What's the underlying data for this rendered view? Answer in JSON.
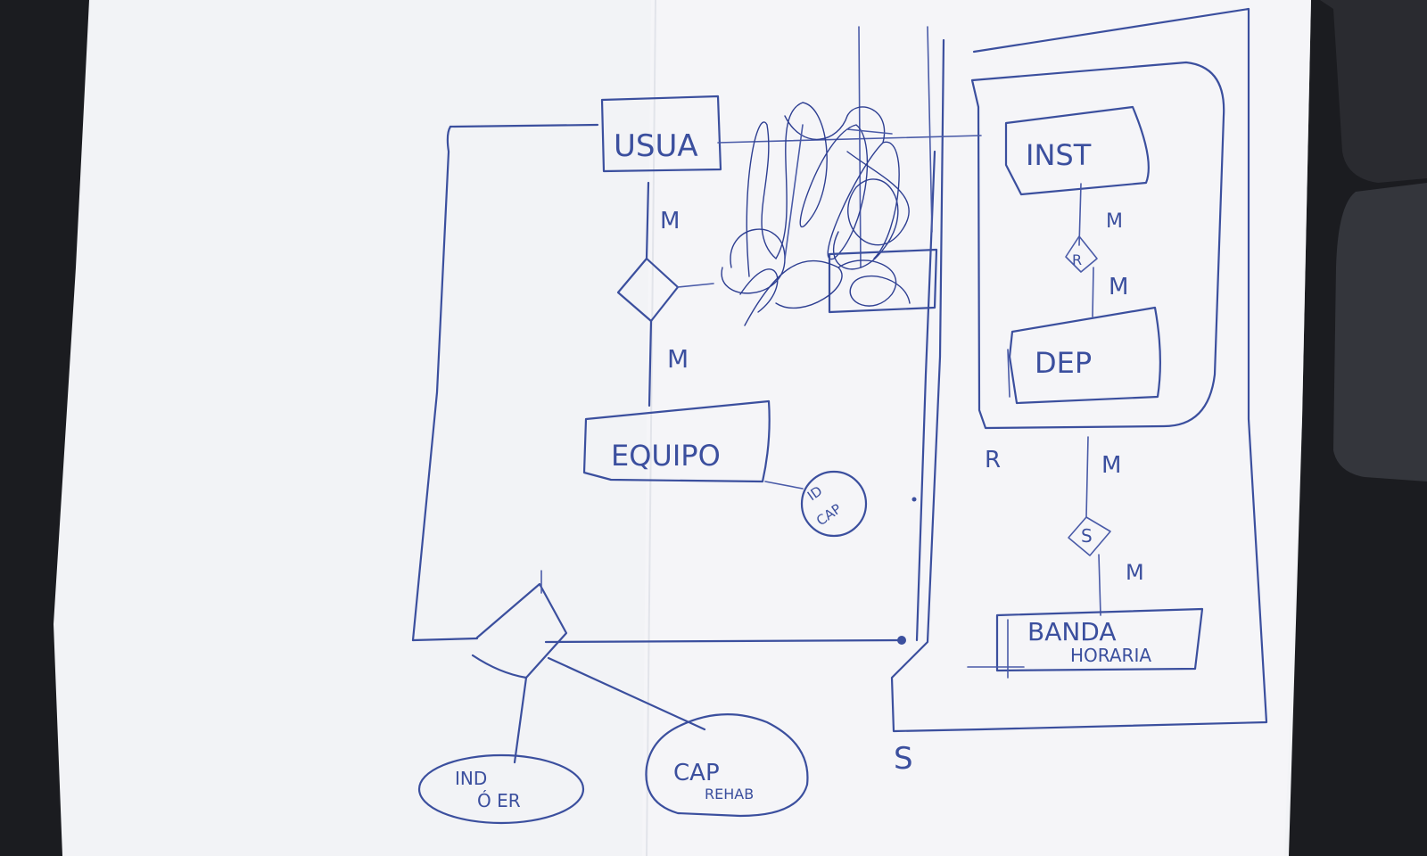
{
  "diagram": {
    "entities": {
      "usuario": "USUA",
      "equipo": "EQUIPO",
      "inst": "INST",
      "dep": "DEP",
      "banda_horaria": [
        "BANDA",
        "HORARIA"
      ]
    },
    "relationships": {
      "inst_dep": "R",
      "dep_banda": "S"
    },
    "attributes": {
      "id_cap": [
        "ID",
        "CAP"
      ],
      "ind_der": [
        "IND",
        "Ó ER"
      ],
      "cap_rehab": [
        "CAP",
        "REHAB"
      ]
    },
    "cardinalities": {
      "usuario_rel": "M",
      "equipo_rel": "M",
      "inst_r": "M",
      "r_dep": "M",
      "dep_s": "M",
      "s_banda": "M"
    },
    "frame_labels": {
      "outer_r": "R",
      "outer_s": "S"
    }
  },
  "colors": {
    "ink": "#3b4f9e",
    "paper": "#f4f5f8",
    "background": "#1e1f22"
  }
}
